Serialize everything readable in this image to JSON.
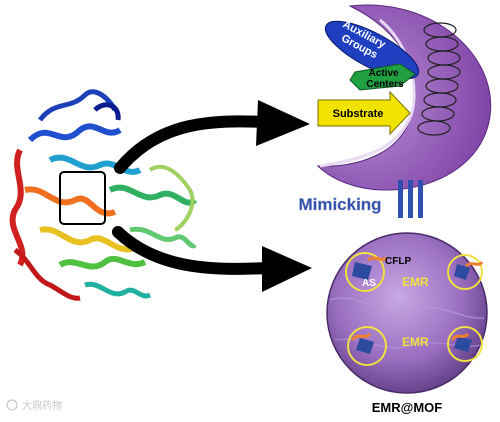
{
  "top_panel": {
    "auxiliary_label_line1": "Auxiliary",
    "auxiliary_label_line2": "Groups",
    "active_label_line1": "Active",
    "active_label_line2": "Centers",
    "substrate_label": "Substrate"
  },
  "middle": {
    "mimicking_label": "Mimicking"
  },
  "bottom_panel": {
    "cflp_label": "CFLP",
    "as_label": "AS",
    "emr_label_1": "EMR",
    "emr_label_2": "EMR",
    "caption": "EMR@MOF"
  },
  "watermark": {
    "text": "大鼎药物"
  },
  "colors": {
    "crescent": "#8040a8",
    "crescent_inner": "#a070c8",
    "auxiliary": "#1e3fc0",
    "active": "#20a040",
    "substrate": "#f2e200",
    "mimic_text": "#3050b0",
    "sphere": "#9a6fc0",
    "circle_ring": "#f0e040"
  }
}
